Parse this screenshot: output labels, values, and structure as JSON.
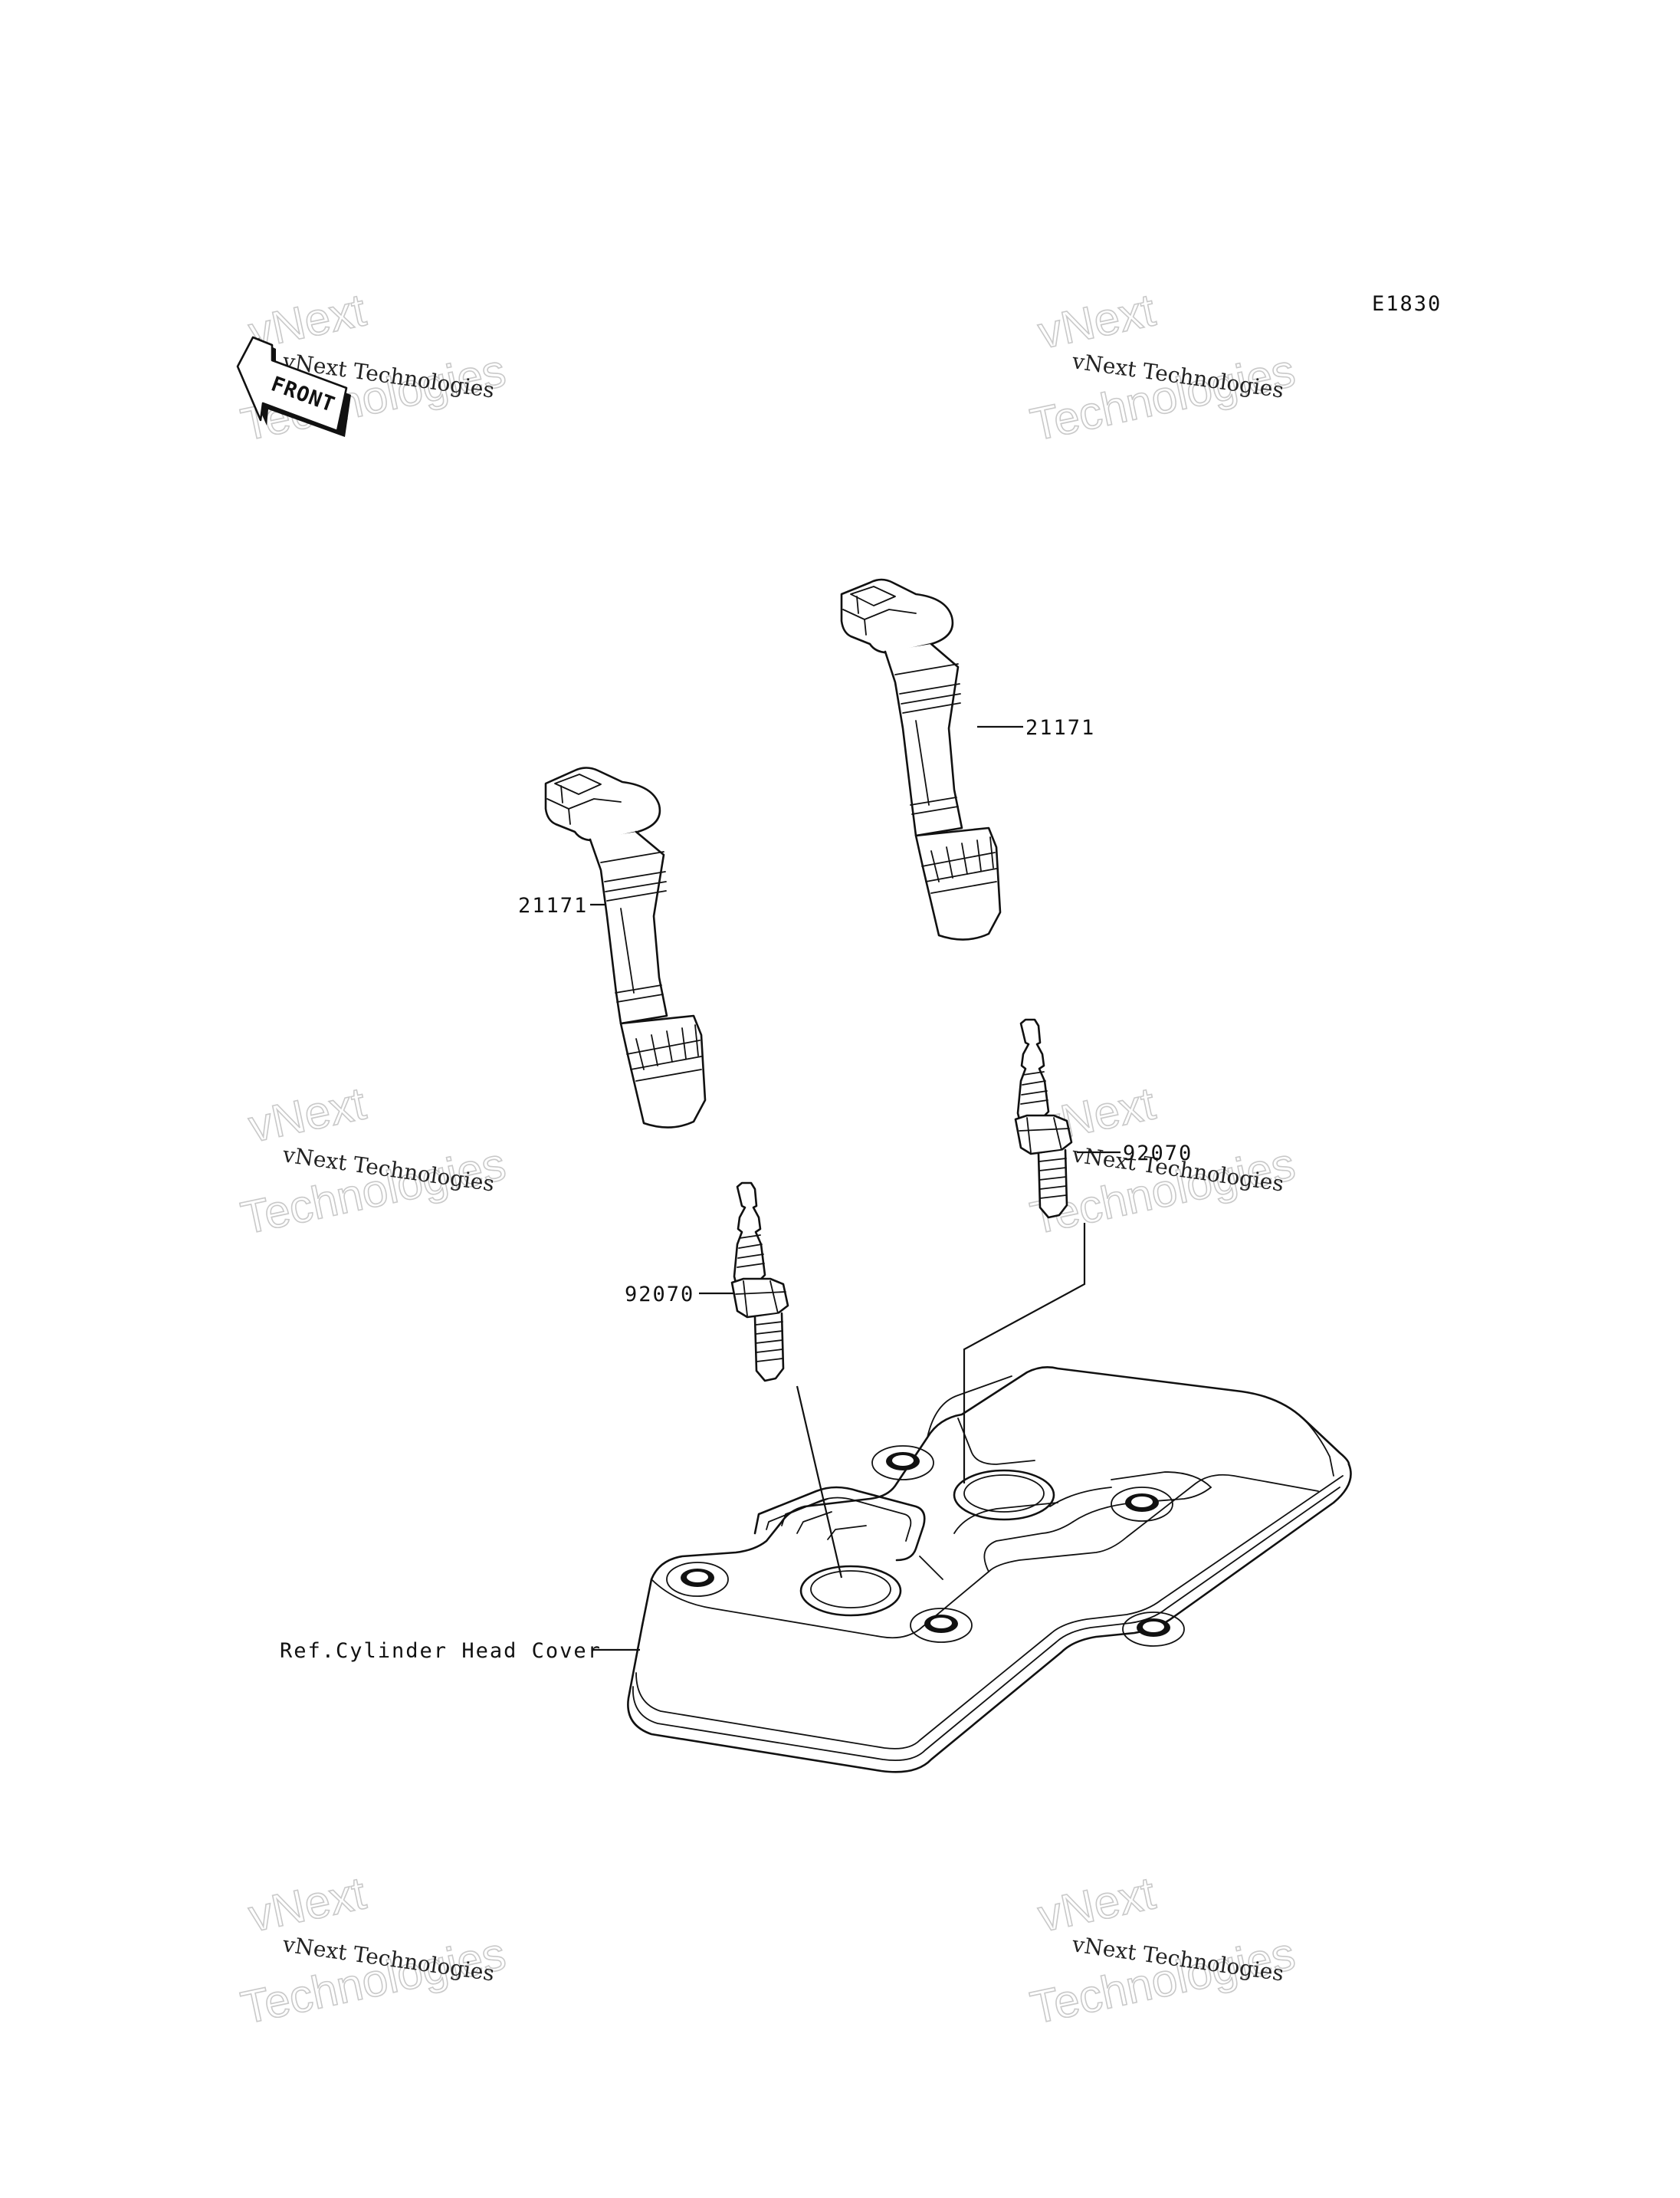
{
  "diagram_code": "E1830",
  "front_label": "FRONT",
  "watermark": {
    "line1": "vNext Technologies",
    "line2": "vNext",
    "line3": "Technologies"
  },
  "parts": [
    {
      "number": "21171",
      "name": "ignition-coil-rear"
    },
    {
      "number": "21171",
      "name": "ignition-coil-front"
    },
    {
      "number": "92070",
      "name": "spark-plug-rear"
    },
    {
      "number": "92070",
      "name": "spark-plug-front"
    }
  ],
  "reference": "Ref.Cylinder Head Cover",
  "colors": {
    "line": "#111111",
    "watermark": "#c9c9c9",
    "background": "#ffffff"
  }
}
